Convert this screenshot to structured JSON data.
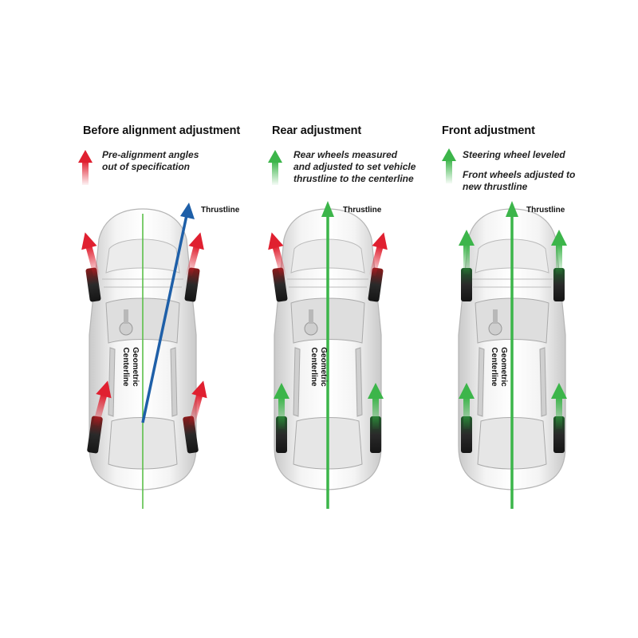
{
  "panels": [
    {
      "title": "Before alignment adjustment",
      "notes": [
        "Pre-alignment angles",
        "out of specification"
      ],
      "thrustline_label": "Thrustline",
      "centerline_label": [
        "Geometric",
        "Centerline"
      ],
      "legend_color": "#e02030"
    },
    {
      "title": "Rear adjustment",
      "notes": [
        "Rear wheels measured",
        "and adjusted to set vehicle",
        "thrustline to the centerline"
      ],
      "thrustline_label": "Thrustline",
      "centerline_label": [
        "Geometric",
        "Centerline"
      ],
      "legend_color": "#3cb54a"
    },
    {
      "title": "Front adjustment",
      "note_1": "Steering wheel leveled",
      "note_2": [
        "Front wheels adjusted to",
        "new thrustline"
      ],
      "thrustline_label": "Thrustline",
      "centerline_label": [
        "Geometric",
        "Centerline"
      ],
      "legend_color": "#3cb54a"
    }
  ],
  "colors": {
    "red_arrow": "#e02030",
    "green_arrow": "#3cb54a",
    "blue_thrustline": "#1e5fa8",
    "centerline": "#5cbf4a"
  }
}
